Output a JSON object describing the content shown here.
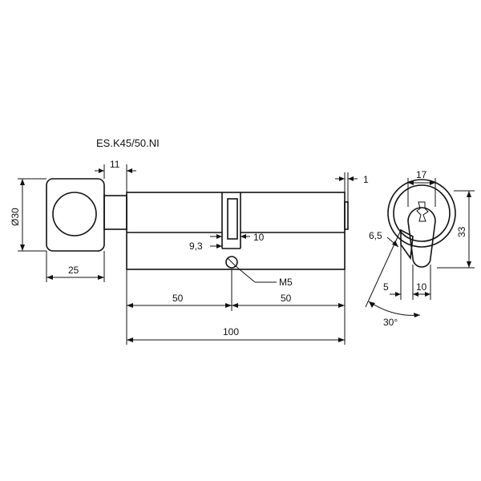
{
  "drawing": {
    "part_code": "ES.K45/50.NI",
    "dimensions": {
      "knob_diameter": "Ø30",
      "knob_width": "25",
      "knob_shaft_length": "11",
      "cam_offset": "1",
      "screw_hole_left": "9,3",
      "screw_hole_right": "10",
      "screw_thread": "M5",
      "side_left": "50",
      "side_right": "50",
      "total_length": "100",
      "profile_width": "17",
      "profile_height": "33",
      "cam_dim": "6,5",
      "bottom_left": "5",
      "bottom_right": "10",
      "cam_angle": "30°"
    }
  }
}
